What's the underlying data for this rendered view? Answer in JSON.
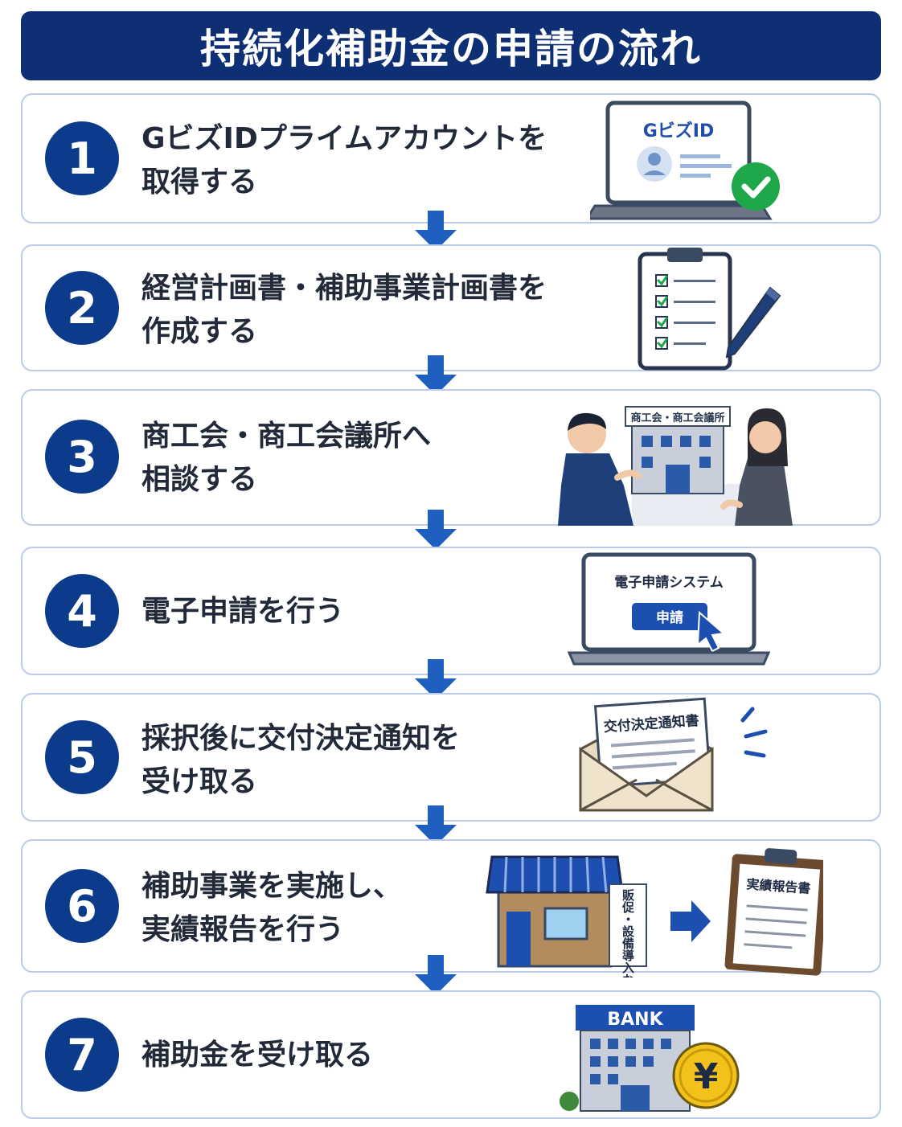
{
  "title": "持続化補助金の申請の流れ",
  "colors": {
    "title_bg": "#0e2f74",
    "badge": "#0d3b8c",
    "arrow": "#1f5fbf",
    "border": "#b9cbe8"
  },
  "steps": [
    {
      "number": "1",
      "lines": [
        "GビズIDプライムアカウントを",
        "取得する"
      ],
      "illustration_label": "GビズID"
    },
    {
      "number": "2",
      "lines": [
        "経営計画書・補助事業計画書を",
        "作成する"
      ]
    },
    {
      "number": "3",
      "lines": [
        "商工会・商工会議所へ",
        "相談する"
      ],
      "illustration_label": "商工会・商工会議所"
    },
    {
      "number": "4",
      "lines": [
        "電子申請を行う"
      ],
      "illustration_label": "電子申請システム",
      "button_label": "申請"
    },
    {
      "number": "5",
      "lines": [
        "採択後に交付決定通知を",
        "受け取る"
      ],
      "illustration_label": "交付決定通知書"
    },
    {
      "number": "6",
      "lines": [
        "補助事業を実施し、",
        "実績報告を行う"
      ],
      "sign_label": "販促・設備導入など",
      "illustration_label": "実績報告書"
    },
    {
      "number": "7",
      "lines": [
        "補助金を受け取る"
      ],
      "illustration_label": "BANK",
      "coin_symbol": "¥"
    }
  ]
}
